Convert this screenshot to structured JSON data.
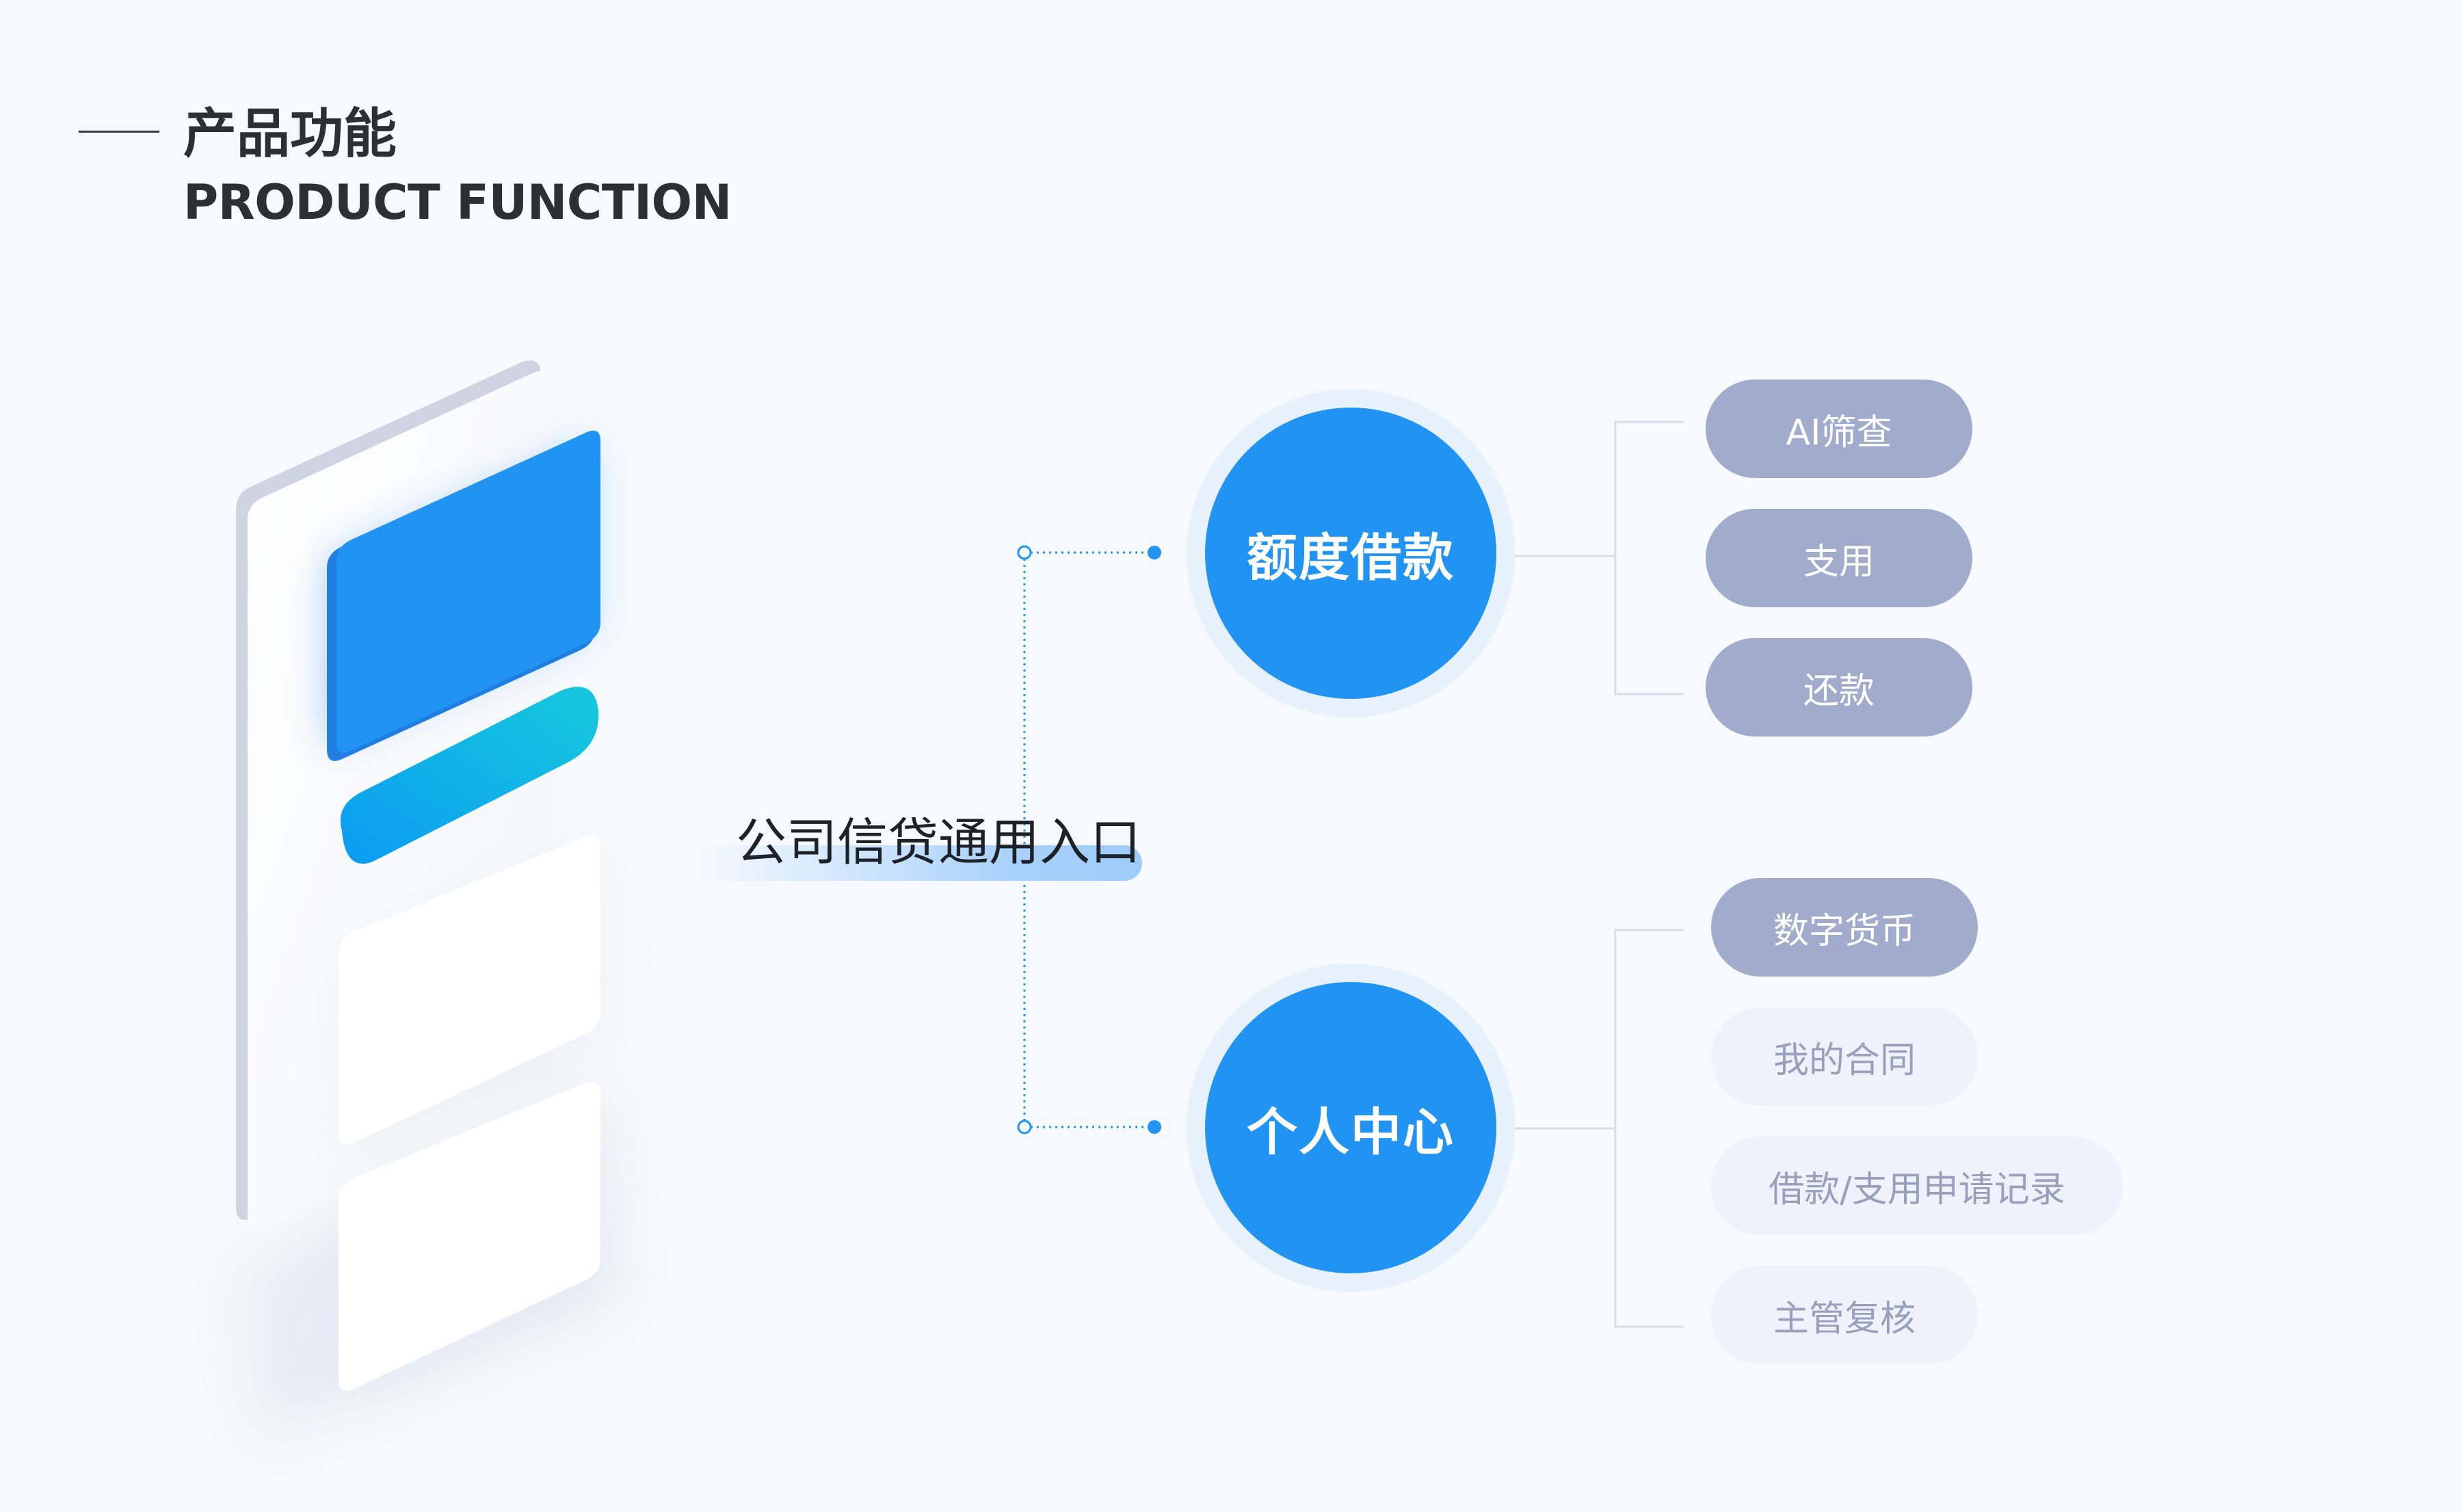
{
  "header": {
    "title_cn": "产品功能",
    "title_en": "PRODUCT FUNCTION"
  },
  "center_label": "公司信贷通用入口",
  "branches": [
    {
      "label": "额度借款",
      "items": [
        {
          "label": "AI筛查",
          "style": "dark"
        },
        {
          "label": "支用",
          "style": "dark"
        },
        {
          "label": "还款",
          "style": "dark"
        }
      ]
    },
    {
      "label": "个人中心",
      "items": [
        {
          "label": "数字货币",
          "style": "dark"
        },
        {
          "label": "我的合同",
          "style": "light"
        },
        {
          "label": "借款/支用申请记录",
          "style": "light"
        },
        {
          "label": "主管复核",
          "style": "light"
        }
      ]
    }
  ],
  "colors": {
    "background": "#f6f9fd",
    "primary_blue": "#2193f2",
    "dark_pill": "#a1abcc",
    "light_pill": "#eff2fb",
    "light_pill_text": "#98a0bb",
    "teal": "#13c4dd"
  }
}
